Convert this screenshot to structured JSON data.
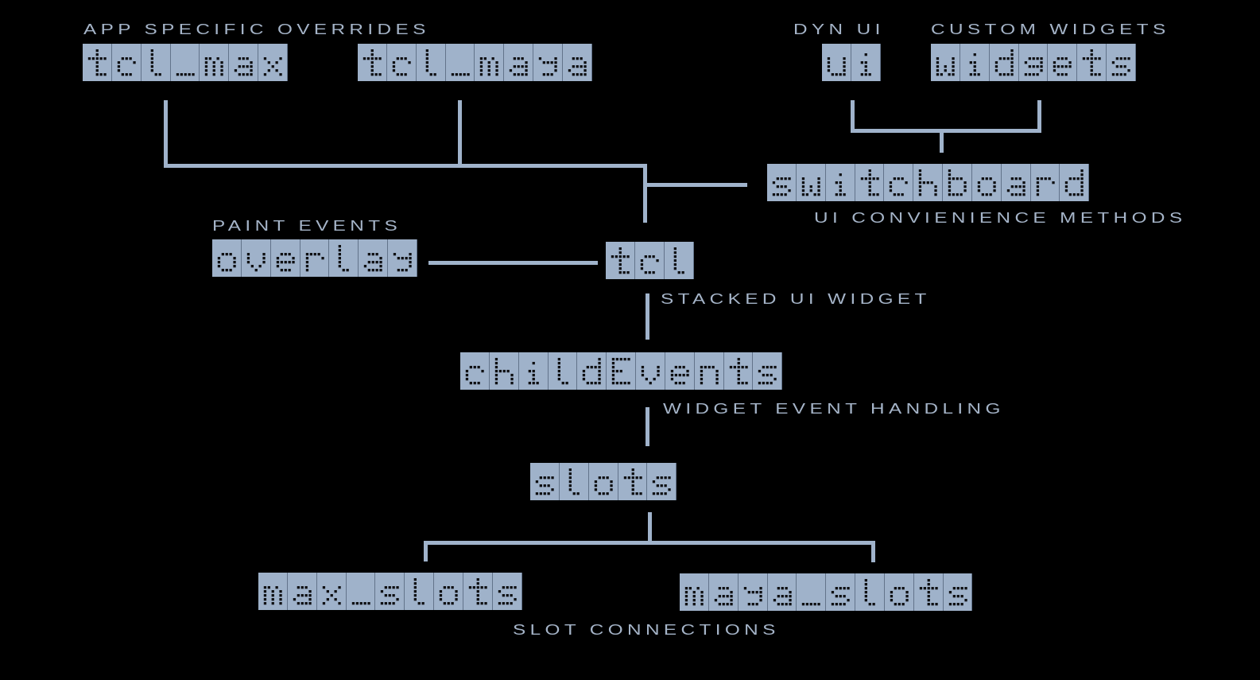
{
  "groups": {
    "app_overrides": {
      "caption": "APP SPECIFIC OVERRIDES",
      "members": [
        "tcl_max",
        "tcl_maya"
      ]
    },
    "slot_connections": {
      "caption": "SLOT CONNECTIONS",
      "members": [
        "max_slots",
        "maya_slots"
      ]
    }
  },
  "nodes": {
    "tcl_max": {
      "label": "tcl_max"
    },
    "tcl_maya": {
      "label": "tcl_maya"
    },
    "ui": {
      "label": "ui",
      "caption": "DYN UI"
    },
    "widgets": {
      "label": "widgets",
      "caption": "CUSTOM WIDGETS"
    },
    "switchboard": {
      "label": "switchboard",
      "caption": "UI CONVIENIENCE METHODS"
    },
    "overlay": {
      "label": "overlay",
      "caption": "PAINT EVENTS"
    },
    "tcl": {
      "label": "tcl",
      "caption": "STACKED UI WIDGET"
    },
    "childEvents": {
      "label": "childEvents",
      "caption": "WIDGET EVENT HANDLING"
    },
    "slots": {
      "label": "slots"
    },
    "max_slots": {
      "label": "max_slots"
    },
    "maya_slots": {
      "label": "maya_slots"
    }
  },
  "edges": [
    {
      "from": "tcl_max",
      "to": "tcl"
    },
    {
      "from": "tcl_maya",
      "to": "tcl"
    },
    {
      "from": "ui",
      "to": "switchboard"
    },
    {
      "from": "widgets",
      "to": "switchboard"
    },
    {
      "from": "switchboard",
      "to": "tcl"
    },
    {
      "from": "overlay",
      "to": "tcl"
    },
    {
      "from": "tcl",
      "to": "childEvents"
    },
    {
      "from": "childEvents",
      "to": "slots"
    },
    {
      "from": "slots",
      "to": "max_slots"
    },
    {
      "from": "slots",
      "to": "maya_slots"
    }
  ],
  "colors": {
    "background": "#000000",
    "node_fill": "#9fb2ca",
    "node_divider": "#62738a",
    "node_dots": "#0e0f12",
    "connector": "#a0b3cb",
    "caption": "#a5b4c8"
  }
}
